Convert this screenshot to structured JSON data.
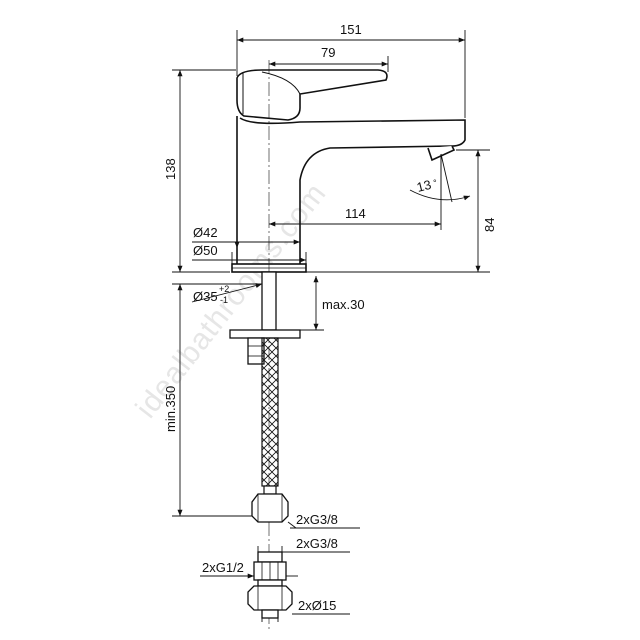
{
  "dimensions": {
    "overall_length": "151",
    "handle_length": "79",
    "height": "138",
    "spout_reach": "114",
    "spout_clearance": "84",
    "spout_angle": "13",
    "angle_unit": "°",
    "body_diameter": "Ø42",
    "base_diameter": "Ø50",
    "hole_diameter": "Ø35",
    "hole_tol_plus": "+2",
    "hole_tol_minus": "-1",
    "max_deck": "max.30",
    "min_hose": "min.350",
    "hose_thread": "2xG3/8",
    "valve_thread_top": "2xG3/8",
    "valve_thread_inlet": "2xG1/2",
    "pipe_diameter": "2xØ15"
  },
  "watermark": "idealbathrooms.com",
  "colors": {
    "line": "#111111",
    "watermark": "#e6e6e6"
  }
}
